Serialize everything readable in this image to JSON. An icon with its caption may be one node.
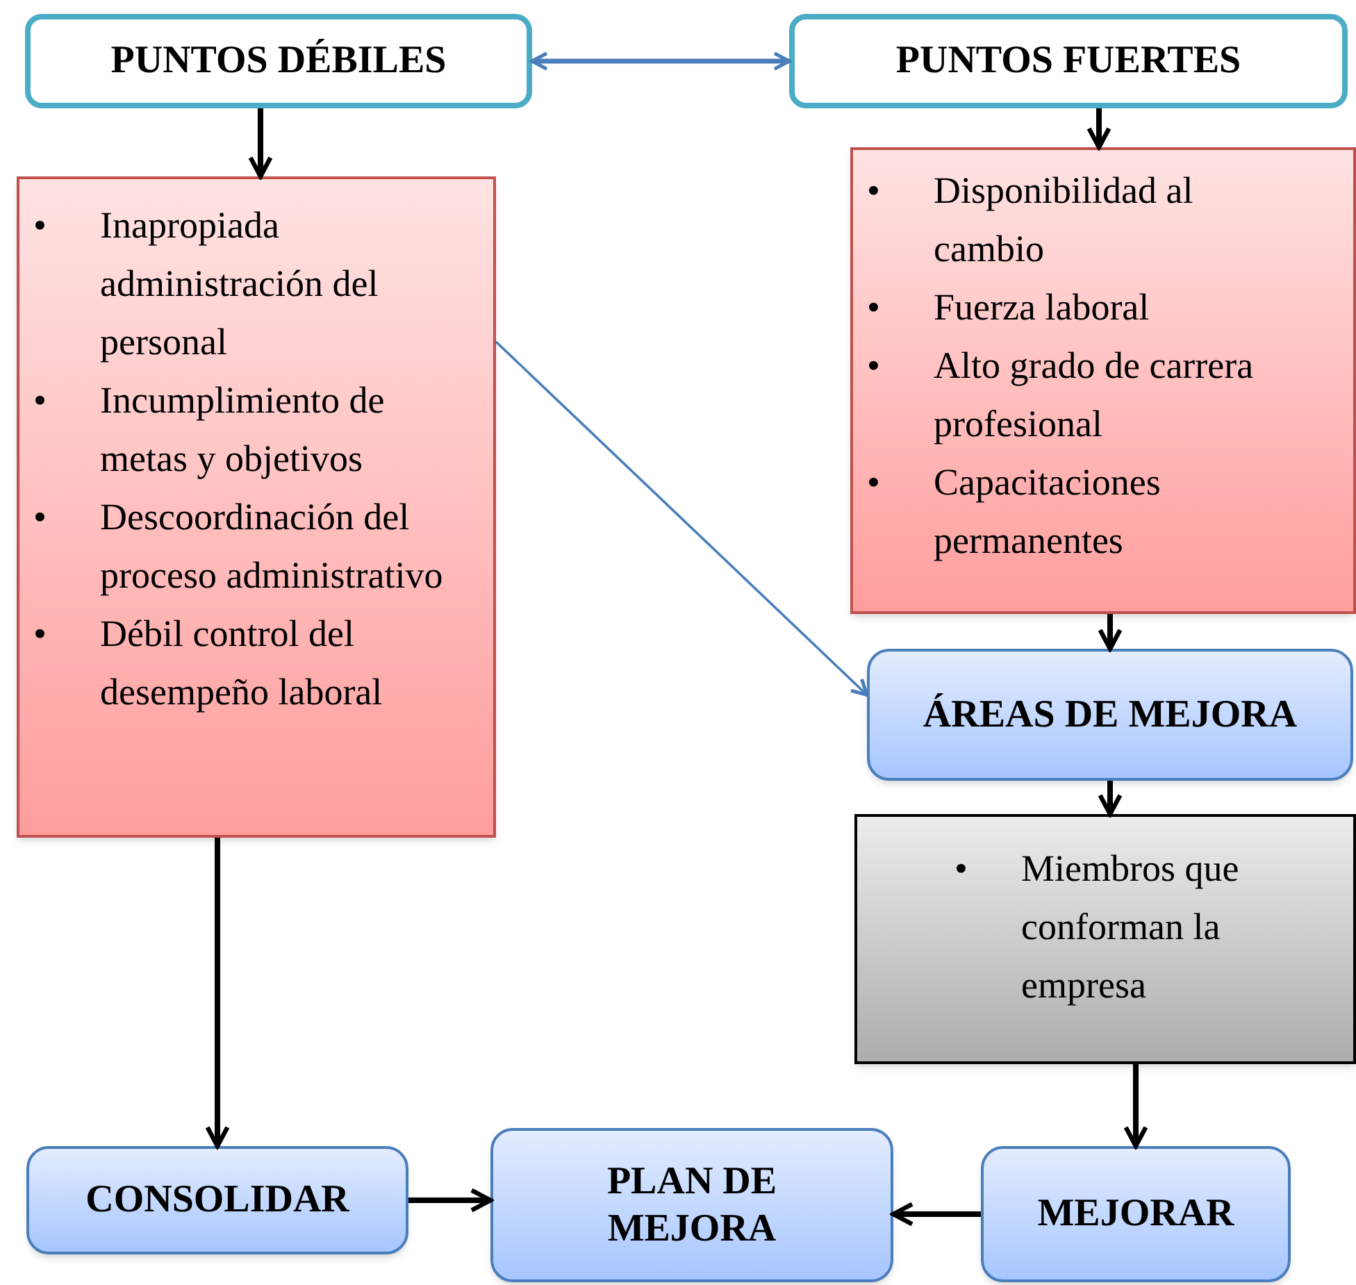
{
  "diagram": {
    "nodes": [
      {
        "text": [
          "PUNTOS DÉBILES"
        ]
      },
      {
        "text": [
          "PUNTOS FUERTES"
        ]
      },
      {
        "text": [
          "•\tInapropiada administración del personal",
          "•\tIncumplimiento de metas y objetivos",
          "•\tDescoordinación del proceso administrativo",
          "•\tDébil control del desempeño laboral"
        ]
      },
      {
        "text": [
          "•\tDisponibilidad al cambio",
          "•\tFuerza laboral",
          "•\tAlto grado de carrera profesional",
          "•\tCapacitaciones permanentes"
        ]
      },
      {
        "text": [
          "ÁREAS DE MEJORA"
        ]
      },
      {
        "text": [
          "•\tMiembros que conforman la empresa"
        ]
      },
      {
        "text": [
          "CONSOLIDAR"
        ]
      },
      {
        "text": [
          "PLAN DE MEJORA"
        ]
      },
      {
        "text": [
          "MEJORAR"
        ]
      }
    ],
    "edges": [
      {
        "from": 0,
        "to": 1,
        "arrow": "both",
        "color": "#4a7ebb"
      },
      {
        "from": 0,
        "to": 2,
        "arrow": "to"
      },
      {
        "from": 1,
        "to": 3,
        "arrow": "to"
      },
      {
        "from": 2,
        "to": 4,
        "arrow": "to",
        "color": "#4a7ebb"
      },
      {
        "from": 3,
        "to": 4,
        "arrow": "to"
      },
      {
        "from": 4,
        "to": 5,
        "arrow": "to"
      },
      {
        "from": 2,
        "to": 6,
        "arrow": "to"
      },
      {
        "from": 5,
        "to": 8,
        "arrow": "to"
      },
      {
        "from": 6,
        "to": 7,
        "arrow": "to"
      },
      {
        "from": 8,
        "to": 7,
        "arrow": "to"
      }
    ]
  }
}
